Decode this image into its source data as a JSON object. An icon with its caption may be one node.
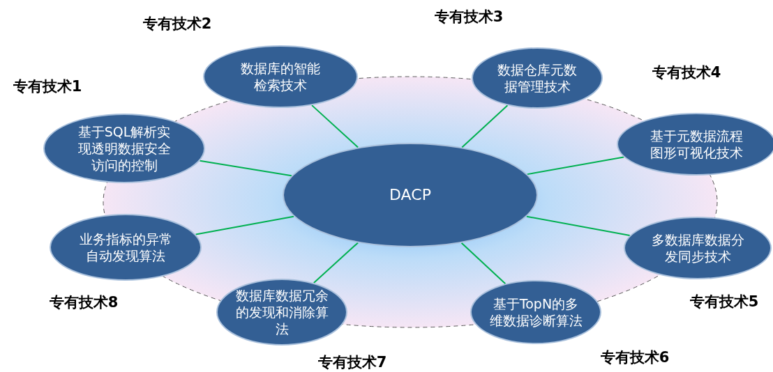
{
  "diagram": {
    "nodes": [
      {
        "text": [
          "DACP"
        ]
      },
      {
        "text": [
          "基于SQL解析实现透明数据安全访问的控制"
        ],
        "beside": [
          "专有技术1"
        ]
      },
      {
        "text": [
          "数据库的智能检索技术"
        ],
        "beside": [
          "专有技术2"
        ]
      },
      {
        "text": [
          "数据仓库元数据管理技术"
        ],
        "beside": [
          "专有技术3"
        ]
      },
      {
        "text": [
          "基于元数据流程图形可视化技术"
        ],
        "beside": [
          "专有技术4"
        ]
      },
      {
        "text": [
          "多数据库数据分发同步技术"
        ],
        "beside": [
          "专有技术5"
        ]
      },
      {
        "text": [
          "基于TopN的多维数据诊断算法"
        ],
        "beside": [
          "专有技术6"
        ]
      },
      {
        "text": [
          "数据库数据冗余的发现和消除算法"
        ],
        "beside": [
          "专有技术7"
        ]
      },
      {
        "text": [
          "业务指标的异常自动发现算法"
        ],
        "beside": [
          "专有技术8"
        ]
      }
    ],
    "edges": [
      {
        "from": 0,
        "to": 1,
        "arrow": "none"
      },
      {
        "from": 0,
        "to": 2,
        "arrow": "none"
      },
      {
        "from": 0,
        "to": 3,
        "arrow": "none"
      },
      {
        "from": 0,
        "to": 4,
        "arrow": "none"
      },
      {
        "from": 0,
        "to": 5,
        "arrow": "none"
      },
      {
        "from": 0,
        "to": 6,
        "arrow": "none"
      },
      {
        "from": 0,
        "to": 7,
        "arrow": "none"
      },
      {
        "from": 0,
        "to": 8,
        "arrow": "none"
      }
    ]
  }
}
